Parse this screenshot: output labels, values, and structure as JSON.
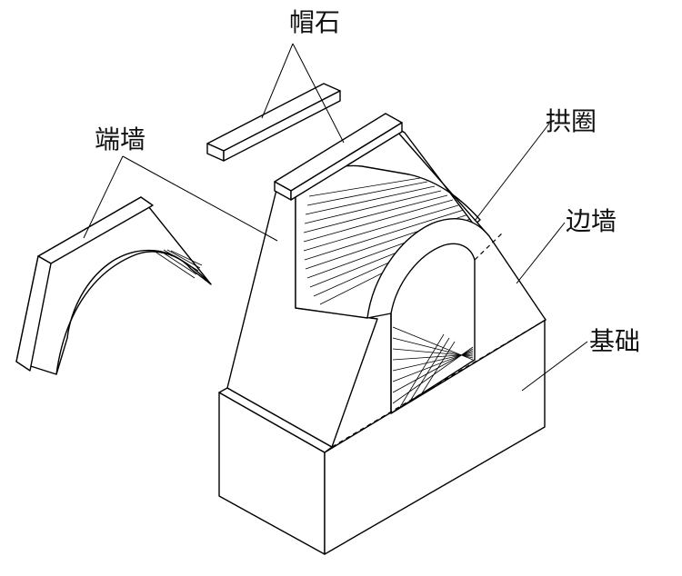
{
  "labels": {
    "cap_stone": "帽石",
    "end_wall": "端墙",
    "arch_ring": "拱圈",
    "side_wall": "边墙",
    "foundation": "基础"
  }
}
